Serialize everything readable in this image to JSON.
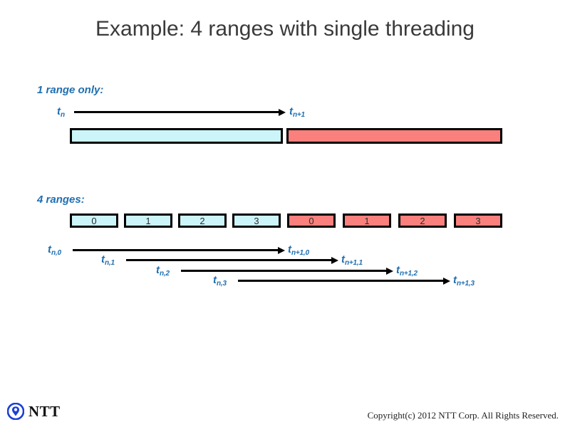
{
  "slide": {
    "title": "Example: 4 ranges with single threading",
    "background": "#ffffff",
    "title_color": "#3a3a3a"
  },
  "colors": {
    "accent_blue": "#1f6fb0",
    "cyan_fill": "#ccf5fa",
    "red_fill": "#f9807d",
    "outline": "#000000",
    "logo_blue": "#1b3fd6"
  },
  "single_range_section": {
    "caption": "1 range only:",
    "start_label": {
      "base": "t",
      "sub": "n"
    },
    "end_label": {
      "base": "t",
      "sub": "n+1"
    },
    "bars": [
      {
        "name": "cyan-bar",
        "color": "cyan",
        "label": ""
      },
      {
        "name": "red-bar",
        "color": "red",
        "label": ""
      }
    ]
  },
  "four_ranges_section": {
    "caption": "4 ranges:",
    "boxes": [
      {
        "label": "0",
        "color": "cyan"
      },
      {
        "label": "1",
        "color": "cyan"
      },
      {
        "label": "2",
        "color": "cyan"
      },
      {
        "label": "3",
        "color": "cyan"
      },
      {
        "label": "0",
        "color": "red"
      },
      {
        "label": "1",
        "color": "red"
      },
      {
        "label": "2",
        "color": "red"
      },
      {
        "label": "3",
        "color": "red"
      }
    ],
    "arrows": [
      {
        "start_label": {
          "base": "t",
          "sub": "n,0"
        },
        "end_label": {
          "base": "t",
          "sub": "n+1,0"
        }
      },
      {
        "start_label": {
          "base": "t",
          "sub": "n,1"
        },
        "end_label": {
          "base": "t",
          "sub": "n+1,1"
        }
      },
      {
        "start_label": {
          "base": "t",
          "sub": "n,2"
        },
        "end_label": {
          "base": "t",
          "sub": "n+1,2"
        }
      },
      {
        "start_label": {
          "base": "t",
          "sub": "n,3"
        },
        "end_label": {
          "base": "t",
          "sub": "n+1,3"
        }
      }
    ]
  },
  "footer": {
    "logo_text": "NTT",
    "copyright": "Copyright(c) 2012 NTT Corp. All Rights Reserved."
  }
}
